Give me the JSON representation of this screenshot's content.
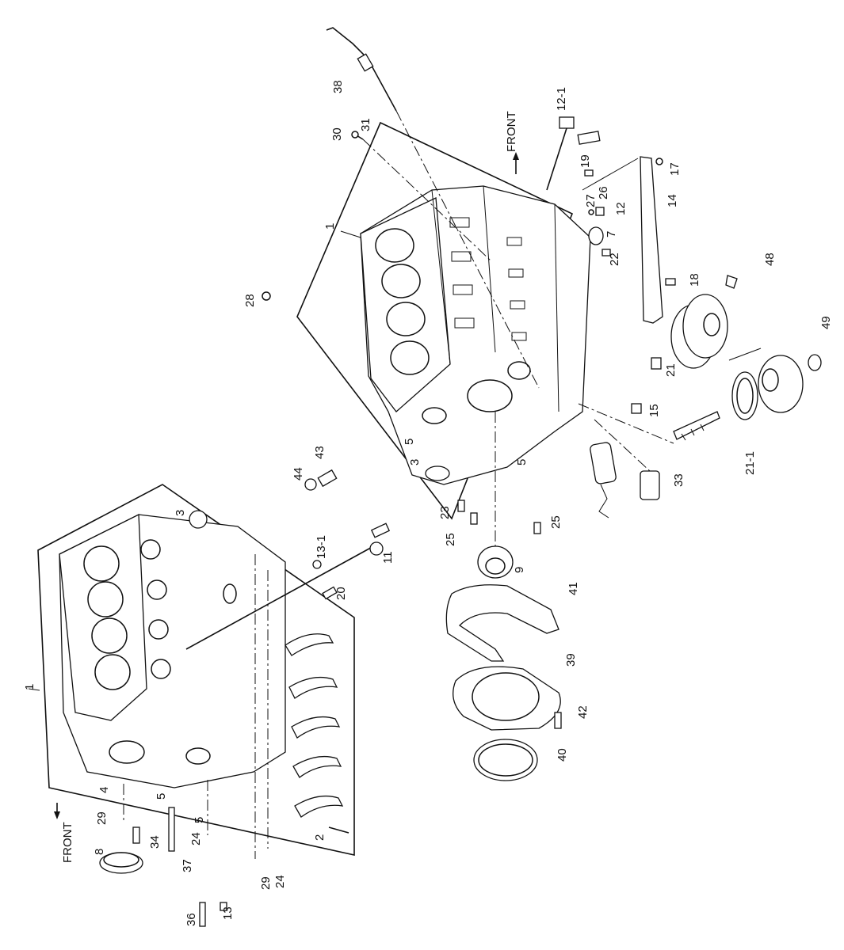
{
  "diagram": {
    "direction_labels": [
      "FRONT",
      "FRONT"
    ],
    "callouts": [
      "38",
      "30",
      "31",
      "12-1",
      "19",
      "17",
      "27",
      "26",
      "12",
      "14",
      "7",
      "22",
      "48",
      "18",
      "1",
      "28",
      "21",
      "49",
      "15",
      "5",
      "3",
      "5",
      "23",
      "25",
      "25",
      "33",
      "21-1",
      "44",
      "43",
      "3",
      "13-1",
      "11",
      "9",
      "41",
      "20",
      "39",
      "42",
      "40",
      "1",
      "4",
      "5",
      "5",
      "2",
      "29",
      "34",
      "37",
      "24",
      "24",
      "29",
      "8",
      "13",
      "36"
    ]
  }
}
